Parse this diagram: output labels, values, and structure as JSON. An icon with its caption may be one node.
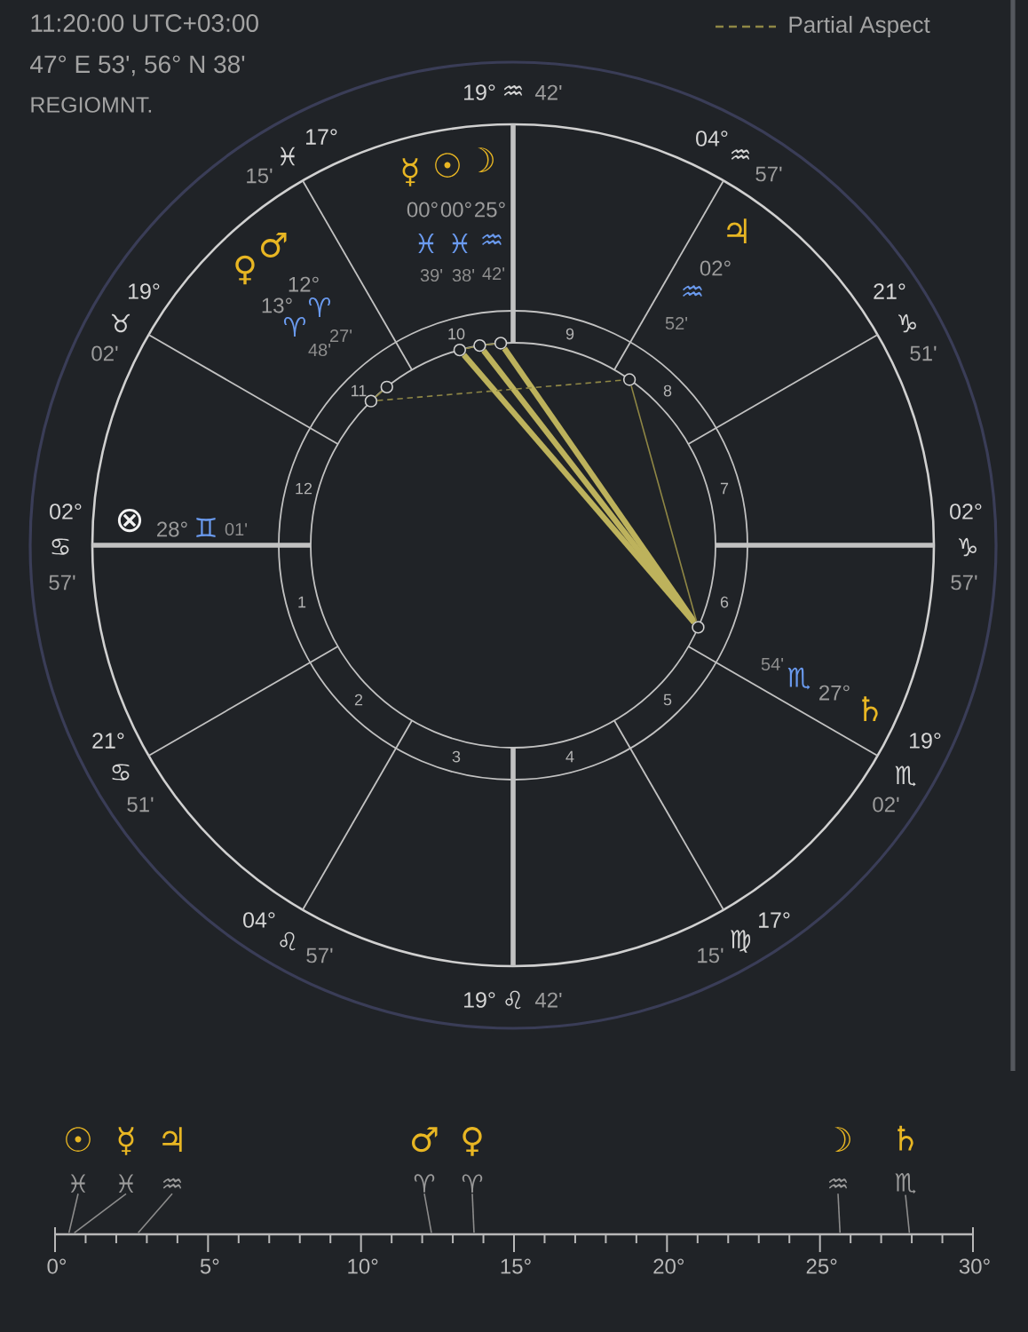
{
  "diagram": {
    "nodes": [
      {
        "text": [],
        "shape": "circle"
      },
      {
        "text": [],
        "shape": "circle"
      },
      {
        "text": [],
        "shape": "circle"
      },
      {
        "text": [],
        "shape": "circle"
      },
      {
        "text": [],
        "shape": "circle"
      },
      {
        "text": [],
        "shape": "circle"
      },
      {
        "text": [],
        "shape": "circle"
      },
      {
        "text": [
          "☉",
          "♓"
        ]
      },
      {
        "text": [
          "☿",
          "♓"
        ]
      },
      {
        "text": [
          "♃",
          "♒"
        ]
      },
      {
        "text": [
          "♂",
          "♈"
        ]
      },
      {
        "text": [
          "♀",
          "♈"
        ]
      },
      {
        "text": [
          "☽",
          "♒"
        ]
      },
      {
        "text": [
          "♄",
          "♏"
        ]
      },
      {
        "text": [],
        "shape": "bar",
        "beside": [
          "0°",
          "5°",
          "10°",
          "15°",
          "20°",
          "25°",
          "30°"
        ]
      }
    ],
    "edges": [
      {
        "from": 0,
        "to": 6,
        "arrow": "none",
        "style": "thick"
      },
      {
        "from": 1,
        "to": 6,
        "arrow": "none",
        "style": "thick"
      },
      {
        "from": 2,
        "to": 6,
        "arrow": "none",
        "style": "thick"
      },
      {
        "from": 3,
        "to": 6,
        "arrow": "none"
      },
      {
        "from": 5,
        "to": 3,
        "arrow": "none",
        "style": "dashed"
      },
      {
        "from": 0,
        "to": 1,
        "arrow": "none"
      },
      {
        "from": 1,
        "to": 2,
        "arrow": "none"
      },
      {
        "from": 4,
        "to": 5,
        "arrow": "none"
      },
      {
        "from": 7,
        "to": 14,
        "arrow": "none",
        "color": "#8c8c8c"
      },
      {
        "from": 8,
        "to": 14,
        "arrow": "none",
        "color": "#8c8c8c"
      },
      {
        "from": 9,
        "to": 14,
        "arrow": "none",
        "color": "#8c8c8c"
      },
      {
        "from": 10,
        "to": 14,
        "arrow": "none",
        "color": "#8c8c8c"
      },
      {
        "from": 11,
        "to": 14,
        "arrow": "none",
        "color": "#8c8c8c"
      },
      {
        "from": 12,
        "to": 14,
        "arrow": "none",
        "color": "#8c8c8c"
      },
      {
        "from": 13,
        "to": 14,
        "arrow": "none",
        "color": "#8c8c8c"
      }
    ],
    "labels": [
      "11:20:00 UTC+03:00",
      "47° E 53', 56° N 38'",
      "REGIOMNT.",
      "19°",
      "♒",
      "42'",
      "17°",
      "04°",
      "♓",
      "♒",
      "15'",
      "☿",
      "☉",
      "☽",
      "57'",
      "00°",
      "00°",
      "25°",
      "♃",
      "♂",
      "♓",
      "♓",
      "♒",
      "♀",
      "39'",
      "38'",
      "42'",
      "02°",
      "12°",
      "19°",
      "♒",
      "21°",
      "13°",
      "♈",
      "♉",
      "♈",
      "52'",
      "♑",
      "27'",
      "10",
      "9",
      "02'",
      "48'",
      "51'",
      "11",
      "8",
      "12",
      "7",
      "02°",
      "02°",
      "⊗",
      "28°",
      "♊",
      "01'",
      "♋",
      "♑",
      "57'",
      "57'",
      "1",
      "6",
      "54'",
      "♏",
      "2",
      "5",
      "27°",
      "♄",
      "21°",
      "19°",
      "3",
      "4",
      "♋",
      "♏",
      "51'",
      "02'",
      "04°",
      "17°",
      "♌",
      "♍",
      "57'",
      "15'",
      "19°",
      "♌",
      "42'"
    ],
    "legend": [
      {
        "text": "Partial Aspect"
      }
    ]
  }
}
